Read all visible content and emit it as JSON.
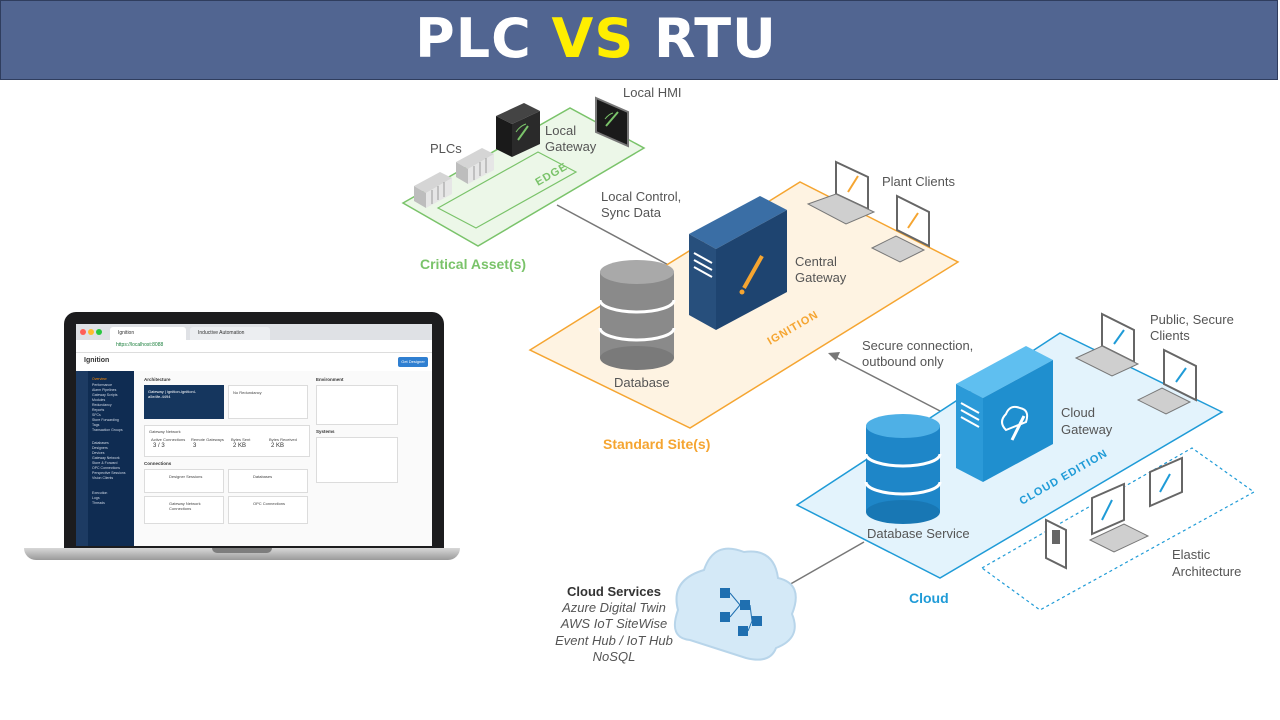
{
  "banner": {
    "title_left": "PLC ",
    "title_vs": "VS",
    "title_right": " RTU"
  },
  "edge": {
    "plcs_label": "PLCs",
    "local_gateway_line1": "Local",
    "local_gateway_line2": "Gateway",
    "local_hmi_label": "Local HMI",
    "zone_tag": "EDGE",
    "zone_label": "Critical Asset(s)",
    "link_line1": "Local Control,",
    "link_line2": "Sync Data",
    "color": "#7ac36a"
  },
  "standard": {
    "central_gateway_line1": "Central",
    "central_gateway_line2": "Gateway",
    "plant_clients_label": "Plant Clients",
    "database_label": "Database",
    "zone_tag": "IGNITION",
    "zone_label": "Standard Site(s)",
    "link_line1": "Secure connection,",
    "link_line2": "outbound only",
    "color": "#f5a531"
  },
  "cloud": {
    "public_clients_line1": "Public, Secure",
    "public_clients_line2": "Clients",
    "cloud_gateway_line1": "Cloud",
    "cloud_gateway_line2": "Gateway",
    "database_service_label": "Database Service",
    "zone_tag": "CLOUD EDITION",
    "zone_label": "Cloud",
    "elastic_line1": "Elastic",
    "elastic_line2": "Architecture",
    "color": "#1f9bd7"
  },
  "cloud_services": {
    "title": "Cloud Services",
    "items": [
      "Azure Digital Twin",
      "AWS IoT SiteWise",
      "Event Hub / IoT Hub",
      "NoSQL"
    ]
  },
  "laptop_screen": {
    "tab1": "Ignition",
    "tab2": "Inductive Automation",
    "url": "https://localhost:8088",
    "app_logo": "Ignition",
    "get_designer": "Get Designer",
    "architecture": "Architecture",
    "environment": "Environment",
    "gateway_network": "Gateway Network",
    "connections": "Connections",
    "systems": "Systems",
    "no_redundancy": "No Redundancy",
    "gw_name": "Gateway | ignition-ignitionl-a5e4fe-4494",
    "conn_values": [
      "3 / 3",
      "3",
      "2 KB",
      "2 KB"
    ],
    "conn_headers": [
      "Active Connections",
      "Remote Gateways",
      "Bytes Sent",
      "Bytes Received"
    ],
    "designer_sessions": "Designer Sessions",
    "databases": "Databases",
    "gw_network_connections": "Gateway Network Connections",
    "opc_connections": "OPC Connections",
    "nav_items": [
      "Overview",
      "Performance",
      "Alarm Pipelines",
      "Gateway Scripts",
      "Modules",
      "Redundancy",
      "Reports",
      "SFCs",
      "Store Forwarding",
      "Tags",
      "Transaction Groups",
      "Databases",
      "Designers",
      "Devices",
      "Gateway Network",
      "Store & Forward",
      "OPC Connections",
      "Perspective Sessions",
      "Vision Clients",
      "Execution",
      "Logs",
      "Threads"
    ]
  }
}
